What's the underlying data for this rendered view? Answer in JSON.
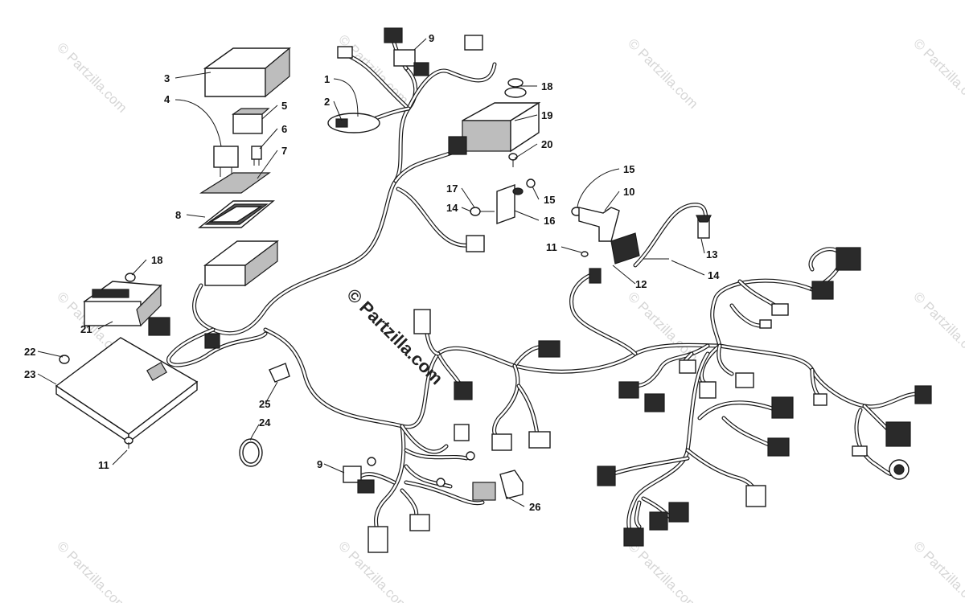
{
  "watermark": {
    "text": "© Partzilla.com",
    "center_text": "© Partzilla.com"
  },
  "callouts": {
    "c1": "1",
    "c2": "2",
    "c3": "3",
    "c4": "4",
    "c5": "5",
    "c6": "6",
    "c7": "7",
    "c8": "8",
    "c9a": "9",
    "c9b": "9",
    "c10": "10",
    "c11a": "11",
    "c11b": "11",
    "c12": "12",
    "c13": "13",
    "c14a": "14",
    "c14b": "14",
    "c15a": "15",
    "c15b": "15",
    "c16": "16",
    "c17": "17",
    "c18a": "18",
    "c18b": "18",
    "c19": "19",
    "c20": "20",
    "c21": "21",
    "c22": "22",
    "c23": "23",
    "c24": "24",
    "c25": "25",
    "c26": "26"
  },
  "colors": {
    "line": "#1a1a1a",
    "watermark": "#d6d6d6",
    "background": "#ffffff"
  }
}
